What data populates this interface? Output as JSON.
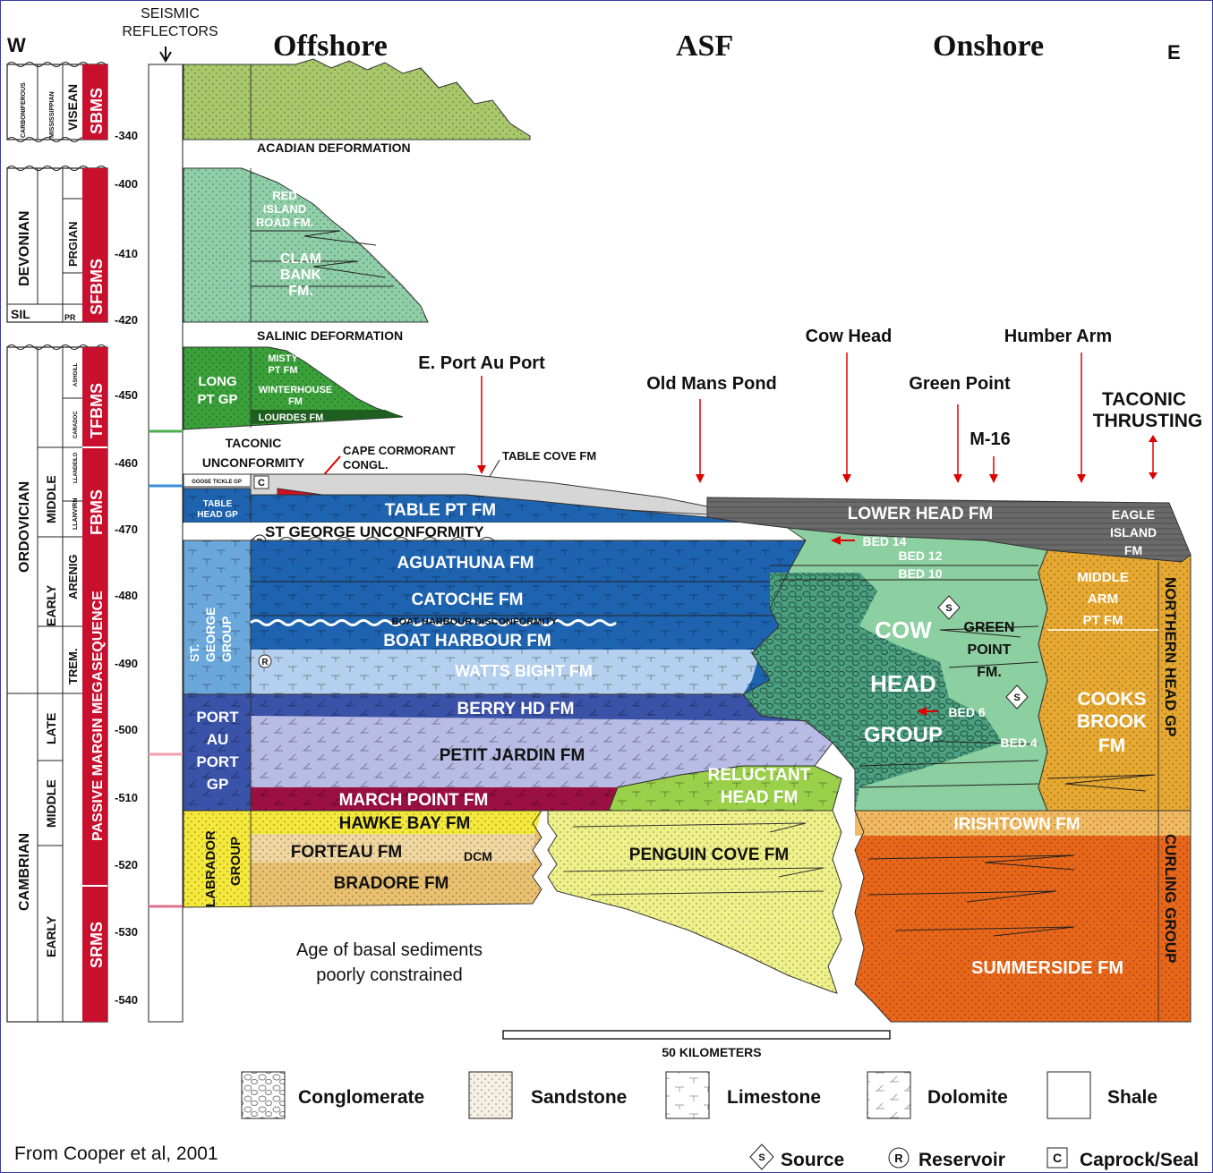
{
  "header": {
    "west": "W",
    "east": "E",
    "seismic_reflectors": [
      "SEISMIC",
      "REFLECTORS"
    ],
    "offshore": "Offshore",
    "asf": "ASF",
    "onshore": "Onshore"
  },
  "periods": {
    "carboniferous": "CARBONIFEROUS",
    "mississippian": "MISSISSIPPIAN",
    "visean": "VISEAN",
    "devonian": "DEVONIAN",
    "prgian": "PRGIAN",
    "sil": "SIL",
    "pr": "PR",
    "ordovician": "ORDOVICIAN",
    "ashgill": "ASHGILL",
    "caradoc": "CARADOC",
    "llandeilo": "LLANDEILO",
    "llanvirn": "LLANVIRN",
    "arenig": "ARENIG",
    "trem": "TREM.",
    "middle": "MIDDLE",
    "early": "EARLY",
    "late": "LATE",
    "cambrian": "CAMBRIAN"
  },
  "megasequences": {
    "sbms": "SBMS",
    "sfbms": "SFBMS",
    "tfbms": "TFBMS",
    "fbms": "FBMS",
    "passive_margin": "PASSIVE MARGIN MEGASEQUENCE",
    "srms": "SRMS"
  },
  "ages": [
    "-340",
    "-400",
    "-410",
    "-420",
    "-450",
    "-460",
    "-470",
    "-480",
    "-490",
    "-500",
    "-510",
    "-520",
    "-530",
    "-540"
  ],
  "events": {
    "acadian": "ACADIAN DEFORMATION",
    "salinic": "SALINIC DEFORMATION",
    "taconic_unconf": [
      "TACONIC",
      "UNCONFORMITY"
    ],
    "cape_cormorant": [
      "CAPE CORMORANT",
      "CONGL."
    ],
    "table_cove": "TABLE COVE FM",
    "st_george_unconf": "ST GEORGE UNCONFORMITY",
    "boat_harbour_disc": "BOAT HARBOUR DISCONFORMITY",
    "taconic_thrusting": [
      "TACONIC",
      "THRUSTING"
    ]
  },
  "units": {
    "red_island": [
      "RED",
      "ISLAND",
      "ROAD FM."
    ],
    "clam_bank": [
      "CLAM",
      "BANK",
      "FM."
    ],
    "long_pt": [
      "LONG",
      "PT GP"
    ],
    "misty_pt": [
      "MISTY",
      "PT FM"
    ],
    "winterhouse": [
      "WINTERHOUSE",
      "FM"
    ],
    "lourdes": "LOURDES FM",
    "goose_tickle": "GOOSE TICKLE GP",
    "table_head": [
      "TABLE",
      "HEAD GP"
    ],
    "table_pt": "TABLE PT FM",
    "aguathuna": "AGUATHUNA FM",
    "catoche": "CATOCHE FM",
    "boat_harbour": "BOAT HARBOUR FM",
    "watts_bight": "WATTS BIGHT FM",
    "st_george": [
      "ST.",
      "GEORGE",
      "GROUP"
    ],
    "berry_hd": "BERRY HD FM",
    "petit_jardin": "PETIT JARDIN FM",
    "march_point": "MARCH POINT FM",
    "port_au_port": [
      "PORT",
      "AU",
      "PORT",
      "GP"
    ],
    "hawke_bay": "HAWKE  BAY FM",
    "forteau": "FORTEAU FM",
    "dcm": "DCM",
    "bradore": "BRADORE FM",
    "labrador": [
      "LABRADOR",
      "GROUP"
    ],
    "reluctant_head": [
      "RELUCTANT",
      "HEAD FM"
    ],
    "penguin_cove": "PENGUIN COVE FM",
    "lower_head": "LOWER HEAD FM",
    "bed14": "BED 14",
    "bed12": "BED 12",
    "bed10": "BED 10",
    "bed6": "BED 6",
    "bed4": "BED 4",
    "cow_head": [
      "COW",
      "HEAD",
      "GROUP"
    ],
    "green_point": [
      "GREEN",
      "POINT",
      "FM."
    ],
    "eagle_island": [
      "EAGLE",
      "ISLAND",
      "FM"
    ],
    "middle_arm": [
      "MIDDLE",
      "ARM",
      "PT FM"
    ],
    "cooks_brook": [
      "COOKS",
      "BROOK",
      "FM"
    ],
    "northern_head": "NORTHERN HEAD GP",
    "irishtown": "IRISHTOWN FM",
    "summerside": "SUMMERSIDE FM",
    "curling": "CURLING GROUP",
    "basal_note": [
      "Age of basal sediments",
      "poorly constrained"
    ]
  },
  "locations": {
    "e_port_au_port": "E. Port Au Port",
    "old_mans_pond": "Old Mans Pond",
    "cow_head": "Cow Head",
    "green_point": "Green Point",
    "m16": "M-16",
    "humber_arm": "Humber  Arm"
  },
  "scale": "50 KILOMETERS",
  "legend": {
    "conglomerate": "Conglomerate",
    "sandstone": "Sandstone",
    "limestone": "Limestone",
    "dolomite": "Dolomite",
    "shale": "Shale",
    "source": "Source",
    "reservoir": "Reservoir",
    "caprock": "Caprock/Seal",
    "source_symbol": "S",
    "reservoir_symbol": "R",
    "caprock_symbol": "C"
  },
  "citation": "From Cooper et al, 2001",
  "colors": {
    "sbms_green": "#a8c86a",
    "sfbms_green": "#8fcfa8",
    "long_pt_green": "#3aa03a",
    "table_pt_blue": "#1e63b0",
    "st_george_blue": "#6aa8dc",
    "watts_light_blue": "#b4d0ee",
    "berry_blue": "#3a52a8",
    "petit_lilac": "#b8bce4",
    "march_crimson": "#9a1040",
    "hawke_yellow": "#f4e83a",
    "bradore_tan": "#e8c070",
    "penguin_yellow": "#eef08a",
    "cow_head_green": "#8ccfa0",
    "lower_head_grey": "#6a6a6a",
    "cooks_orange": "#e6a830",
    "summerside_orange": "#e8661a",
    "megasequence_red": "#c8102e"
  }
}
